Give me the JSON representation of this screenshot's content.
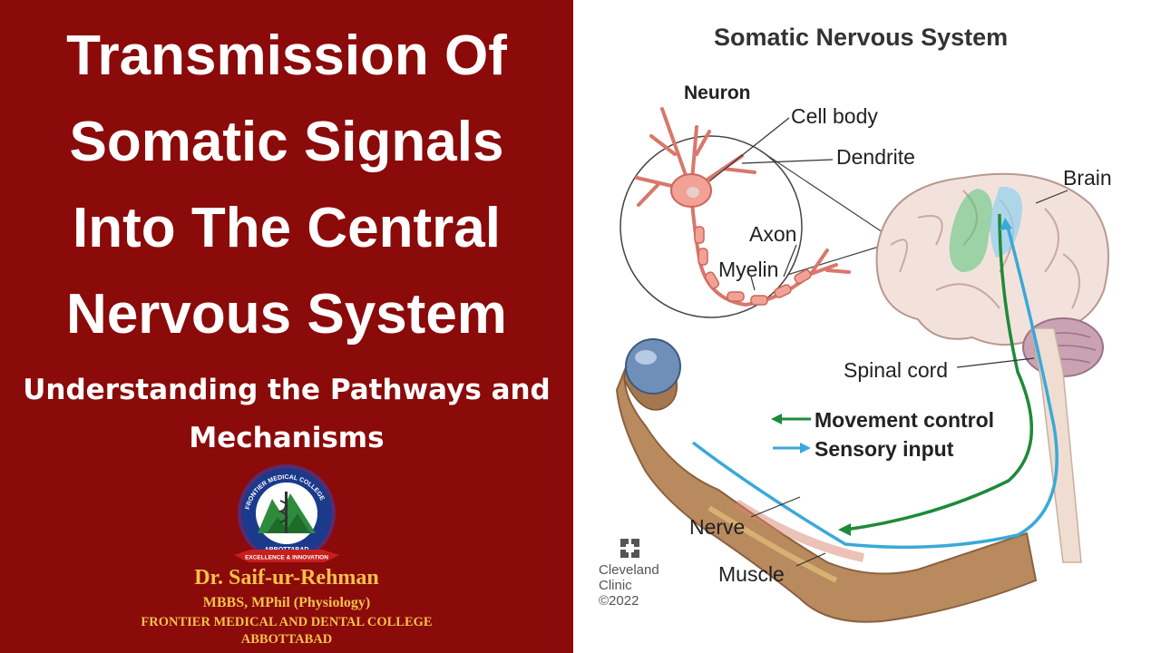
{
  "slide": {
    "title_lines": [
      "Transmission Of",
      "Somatic Signals",
      "Into The Central",
      "Nervous System"
    ],
    "subtitle_lines": [
      "Understanding the Pathways and",
      "Mechanisms"
    ],
    "logo": {
      "ring_text": "FRONTIER MEDICAL COLLEGE",
      "city_text": "ABBOTTABAD",
      "ribbon_text": "EXCELLENCE & INNOVATION"
    },
    "author": {
      "name": "Dr. Saif-ur-Rehman",
      "degrees": "MBBS, MPhil (Physiology)",
      "institution": "FRONTIER MEDICAL AND DENTAL COLLEGE",
      "city": "ABBOTTABAD"
    }
  },
  "illustration": {
    "title": "Somatic Nervous System",
    "neuron_title": "Neuron",
    "labels": {
      "cell_body": "Cell body",
      "dendrite": "Dendrite",
      "axon": "Axon",
      "myelin": "Myelin",
      "brain": "Brain",
      "spinal_cord": "Spinal cord",
      "nerve": "Nerve",
      "muscle": "Muscle"
    },
    "legend": [
      {
        "label": "Movement control",
        "color": "#1e8a3a"
      },
      {
        "label": "Sensory input",
        "color": "#3aa9d8"
      }
    ],
    "credit": {
      "line1": "Cleveland",
      "line2": "Clinic",
      "year": "©2022"
    }
  },
  "colors": {
    "panel": "#8b0a0a",
    "author_gold": "#f5c24a",
    "movement": "#1e8a3a",
    "sensory": "#3aa9d8"
  }
}
